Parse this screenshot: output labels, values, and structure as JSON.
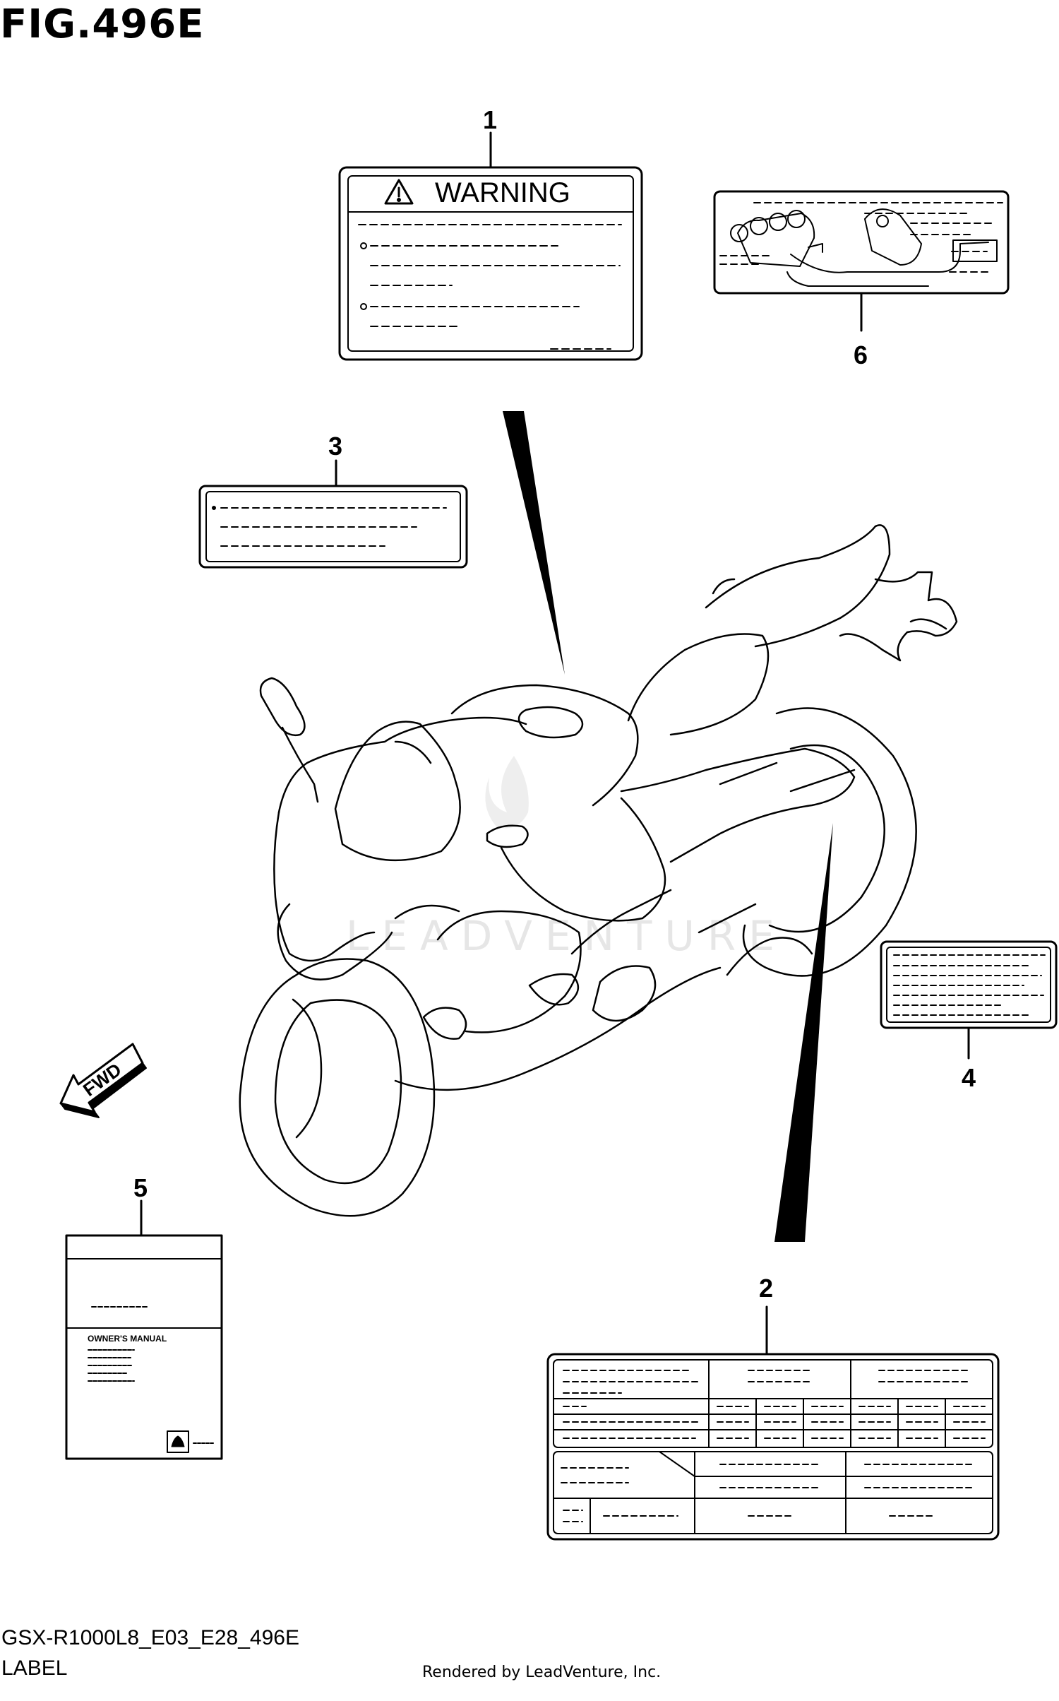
{
  "figure": {
    "title": "FIG.496E",
    "model_code": "GSX-R1000L8_E03_E28_496E",
    "section_name": "LABEL",
    "credit": "Rendered by LeadVenture, Inc.",
    "watermark": "LEADVENTURE"
  },
  "callouts": [
    "1",
    "2",
    "3",
    "4",
    "5",
    "6"
  ],
  "labels": {
    "warning_heading": "WARNING",
    "owners_manual": "OWNER'S MANUAL",
    "fwd": "FWD"
  }
}
